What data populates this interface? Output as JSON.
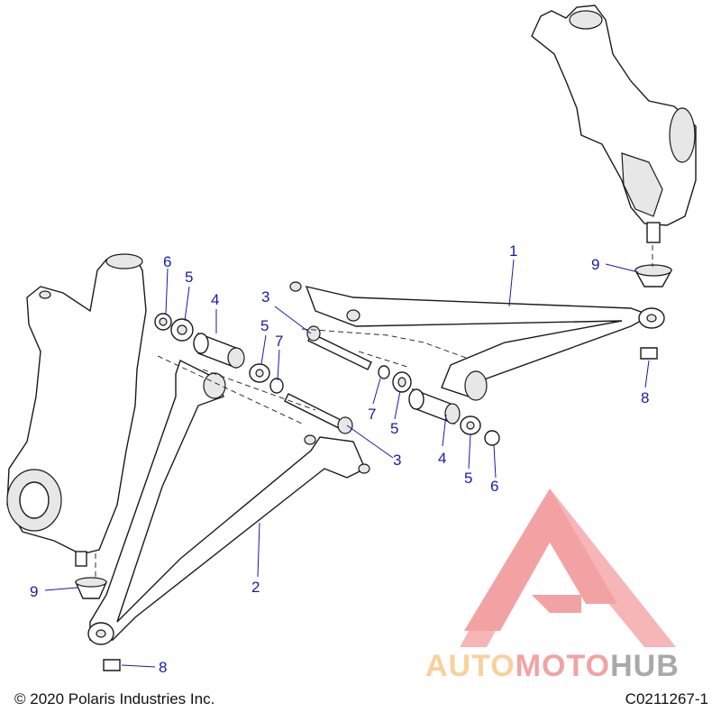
{
  "diagram": {
    "callouts": [
      {
        "id": "c1",
        "label": "1"
      },
      {
        "id": "c2",
        "label": "2"
      },
      {
        "id": "c3a",
        "label": "3"
      },
      {
        "id": "c3b",
        "label": "3"
      },
      {
        "id": "c4a",
        "label": "4"
      },
      {
        "id": "c4b",
        "label": "4"
      },
      {
        "id": "c5a",
        "label": "5"
      },
      {
        "id": "c5b",
        "label": "5"
      },
      {
        "id": "c5c",
        "label": "5"
      },
      {
        "id": "c5d",
        "label": "5"
      },
      {
        "id": "c6a",
        "label": "6"
      },
      {
        "id": "c6b",
        "label": "6"
      },
      {
        "id": "c7a",
        "label": "7"
      },
      {
        "id": "c7b",
        "label": "7"
      },
      {
        "id": "c8a",
        "label": "8"
      },
      {
        "id": "c8b",
        "label": "8"
      },
      {
        "id": "c9a",
        "label": "9"
      },
      {
        "id": "c9b",
        "label": "9"
      }
    ]
  },
  "footer": {
    "copyright": "© 2020 Polaris Industries Inc.",
    "figure_id": "C0211267-1"
  },
  "watermark": {
    "part1": "AUTO",
    "part2": "MOTO",
    "part3": "HUB",
    "colors": {
      "auto": "#f2a43c",
      "moto": "#e8474a",
      "hub": "#555555",
      "logo": "#e8474a"
    }
  }
}
